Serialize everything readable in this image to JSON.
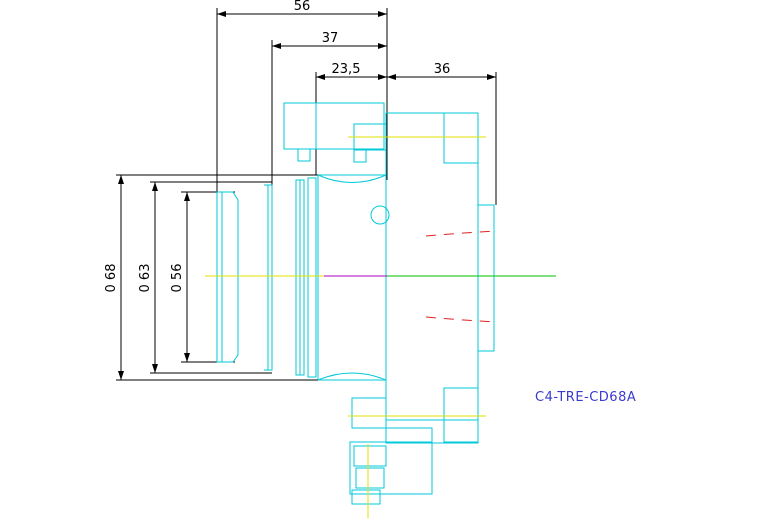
{
  "drawing": {
    "part_code": "C4-TRE-CD68A",
    "dimensions": {
      "d1": "56",
      "d2": "37",
      "d3": "23,5",
      "d4": "36",
      "dia1": "0 68",
      "dia2": "0 63",
      "dia3": "0 56"
    }
  }
}
